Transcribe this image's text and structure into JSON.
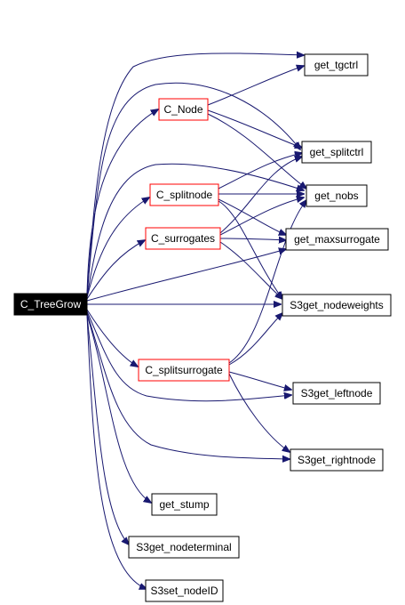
{
  "colors": {
    "edge": "#191970",
    "root_fill": "#000000",
    "root_text": "#ffffff",
    "expandable_border": "#ff0000",
    "leaf_border": "#000000",
    "node_fill": "#ffffff",
    "node_text": "#000000"
  },
  "nodes": {
    "tree_grow": "C_TreeGrow",
    "node": "C_Node",
    "splitnode": "C_splitnode",
    "surrogates": "C_surrogates",
    "splitsurrogate": "C_splitsurrogate",
    "get_tgctrl": "get_tgctrl",
    "get_splitctrl": "get_splitctrl",
    "get_nobs": "get_nobs",
    "get_maxsurrogate": "get_maxsurrogate",
    "s3get_nodeweights": "S3get_nodeweights",
    "s3get_leftnode": "S3get_leftnode",
    "s3get_rightnode": "S3get_rightnode",
    "get_stump": "get_stump",
    "s3get_nodeterminal": "S3get_nodeterminal",
    "s3set_nodeid": "S3set_nodeID"
  }
}
